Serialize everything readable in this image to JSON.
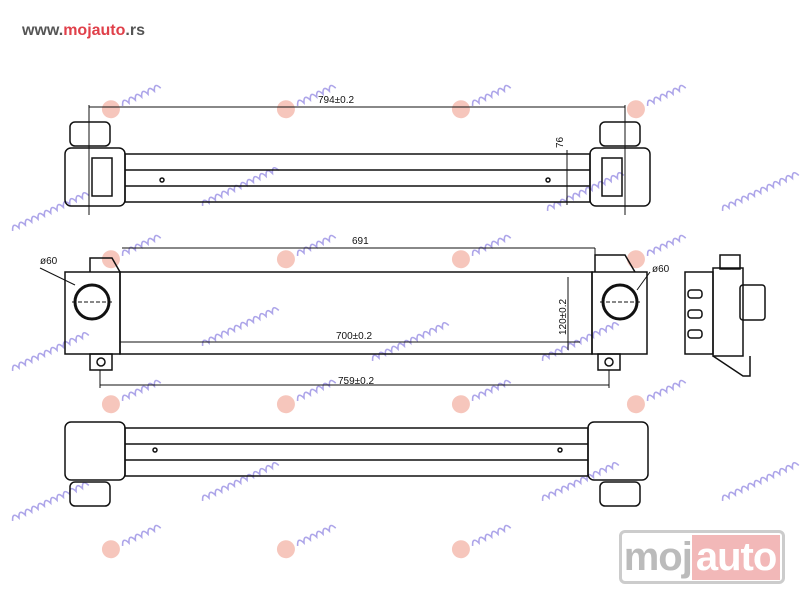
{
  "header": {
    "url_prefix": "www.",
    "url_brand": "mojauto",
    "url_suffix": ".rs"
  },
  "watermark": {
    "text": "georgakopoulos"
  },
  "logo": {
    "part1": "moj",
    "part2": "auto"
  },
  "dimensions": {
    "top_length": "794±0.2",
    "top_height": "76",
    "front_inner": "691",
    "inlet_left": "ø60",
    "inlet_right": "ø60",
    "core_height": "120±0.2",
    "core_length": "700±0.2",
    "mount_length": "759±0.2"
  },
  "colors": {
    "brand": "#e0404a",
    "watermark": "#8a7fe0",
    "line": "#111111"
  }
}
